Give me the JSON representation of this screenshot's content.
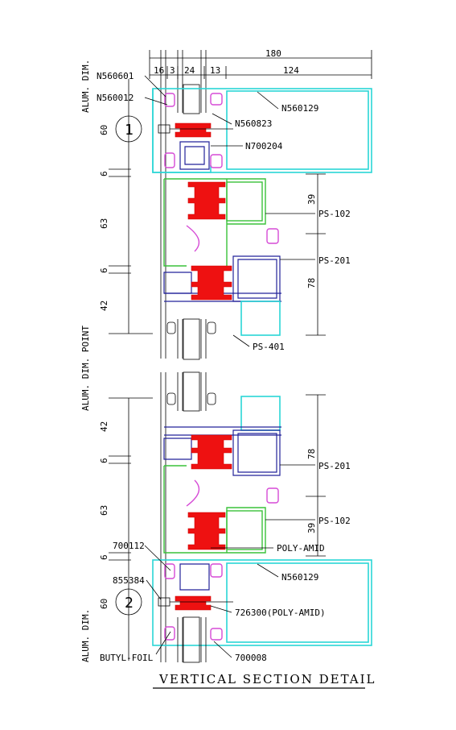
{
  "title": "VERTICAL SECTION DETAIL",
  "colors": {
    "frame_cyan": "#2ad6d6",
    "sash_green": "#3ac23a",
    "profile_blue": "#23239a",
    "gasket_pink": "#d64ad6",
    "polyamid_red": "#ee1111",
    "line_black": "#000000"
  },
  "top_dims": {
    "total": "180",
    "d1": "16",
    "d2": "3",
    "d3": "24",
    "d4": "13",
    "d5": "124"
  },
  "side_labels": {
    "top": "ALUM. DIM.",
    "middle": "ALUM. DIM. POINT",
    "bottom": "ALUM. DIM."
  },
  "left_dims": {
    "top_60": "60",
    "top_6a": "6",
    "top_63": "63",
    "top_6b": "6",
    "top_42": "42",
    "bot_42": "42",
    "bot_6a": "6",
    "bot_63": "63",
    "bot_6b": "6",
    "bot_60": "60"
  },
  "right_dims": {
    "top_39": "39",
    "top_78": "78",
    "bot_78": "78",
    "bot_39": "39"
  },
  "markers": {
    "one": "1",
    "two": "2"
  },
  "callouts": {
    "n560601": "N560601",
    "n560012": "N560012",
    "n560129_top": "N560129",
    "n560823": "N560823",
    "n700204": "N700204",
    "ps102_top": "PS-102",
    "ps201_top": "PS-201",
    "ps401": "PS-401",
    "ps201_bot": "PS-201",
    "ps102_bot": "PS-102",
    "code700112": "700112",
    "polyamid": "POLY-AMID",
    "n560129_bot": "N560129",
    "code855384": "855384",
    "code726300": "726300(POLY-AMID)",
    "butyl": "BUTYL-FOIL",
    "code700008": "700008"
  }
}
